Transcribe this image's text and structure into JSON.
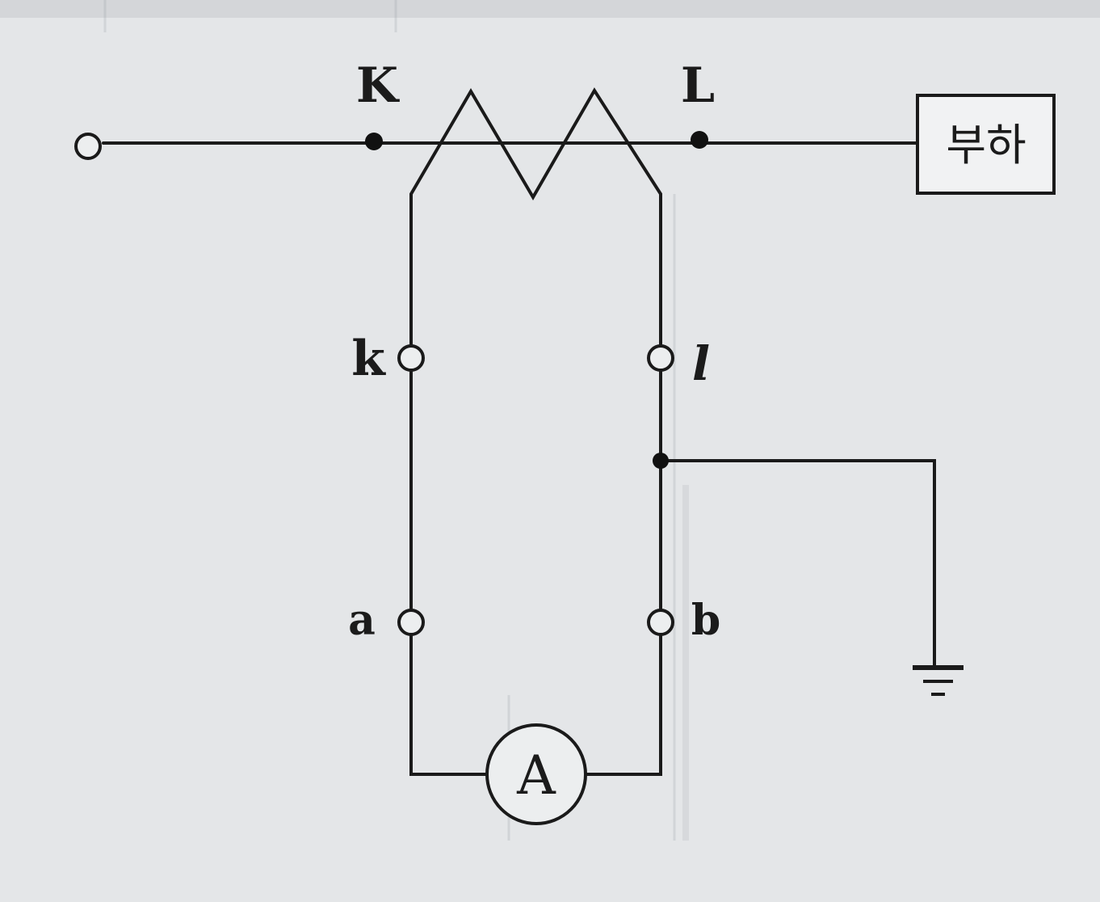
{
  "labels": {
    "primary_k": "K",
    "primary_l": "L",
    "secondary_k": "k",
    "secondary_l": "l",
    "terminal_a": "a",
    "terminal_b": "b",
    "load": "부하",
    "ammeter": "A"
  },
  "icons": {
    "current_transformer": "current-transformer-icon",
    "ground": "ground-icon",
    "ammeter": "ammeter-icon"
  },
  "colors": {
    "ink": "#1a1a1a",
    "paper": "#e4e6e8"
  }
}
